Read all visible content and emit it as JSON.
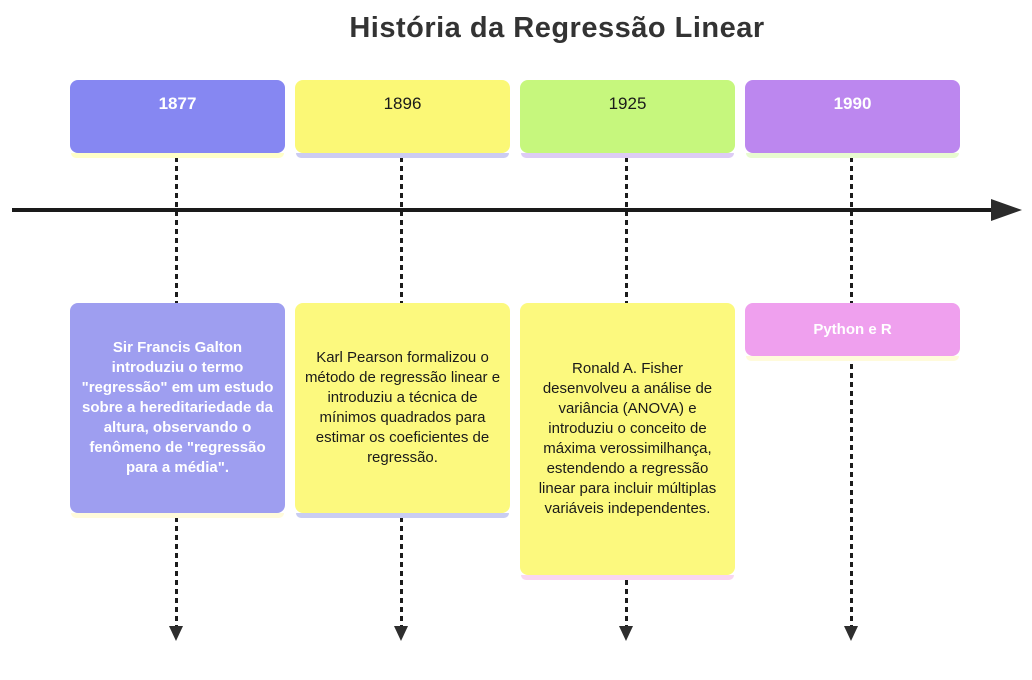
{
  "title": "História da Regressão Linear",
  "timeline": {
    "axis_color": "#1a1a1a",
    "periods": [
      {
        "year": "1877",
        "year_bg": "#8687f2",
        "year_color": "#ffffff",
        "year_shadow": "#ffffc8",
        "event_text": "Sir Francis Galton introduziu o termo \"regressão\" em um estudo sobre a hereditariedade da altura, observando o fenômeno de \"regressão para a média\".",
        "event_bg": "#9e9ef0",
        "event_color": "#ffffff",
        "event_shadow": "#fffbdb"
      },
      {
        "year": "1896",
        "year_bg": "#fbf876",
        "year_color": "#1a1a1a",
        "year_shadow": "#ccccf2",
        "event_text": "Karl Pearson formalizou o método de regressão linear e introduziu a técnica de mínimos quadrados para estimar os coeficientes de regressão.",
        "event_bg": "#fcf97e",
        "event_color": "#1a1a1a",
        "event_shadow": "#c9cdf2"
      },
      {
        "year": "1925",
        "year_bg": "#c6f77d",
        "year_color": "#1a1a1a",
        "year_shadow": "#ddccf5",
        "event_text": "Ronald A. Fisher desenvolveu a análise de variância (ANOVA) e introduziu o conceito de máxima verossimilhança, estendendo a regressão linear para incluir múltiplas variáveis independentes.",
        "event_bg": "#fcf97e",
        "event_color": "#1a1a1a",
        "event_shadow": "#f9d6f1"
      },
      {
        "year": "1990",
        "year_bg": "#bc87ef",
        "year_color": "#ffffff",
        "year_shadow": "#e8fbd0",
        "event_text": "Python e R",
        "event_bg": "#efa0ee",
        "event_color": "#ffffff",
        "event_shadow": "#fffbdb"
      }
    ]
  }
}
